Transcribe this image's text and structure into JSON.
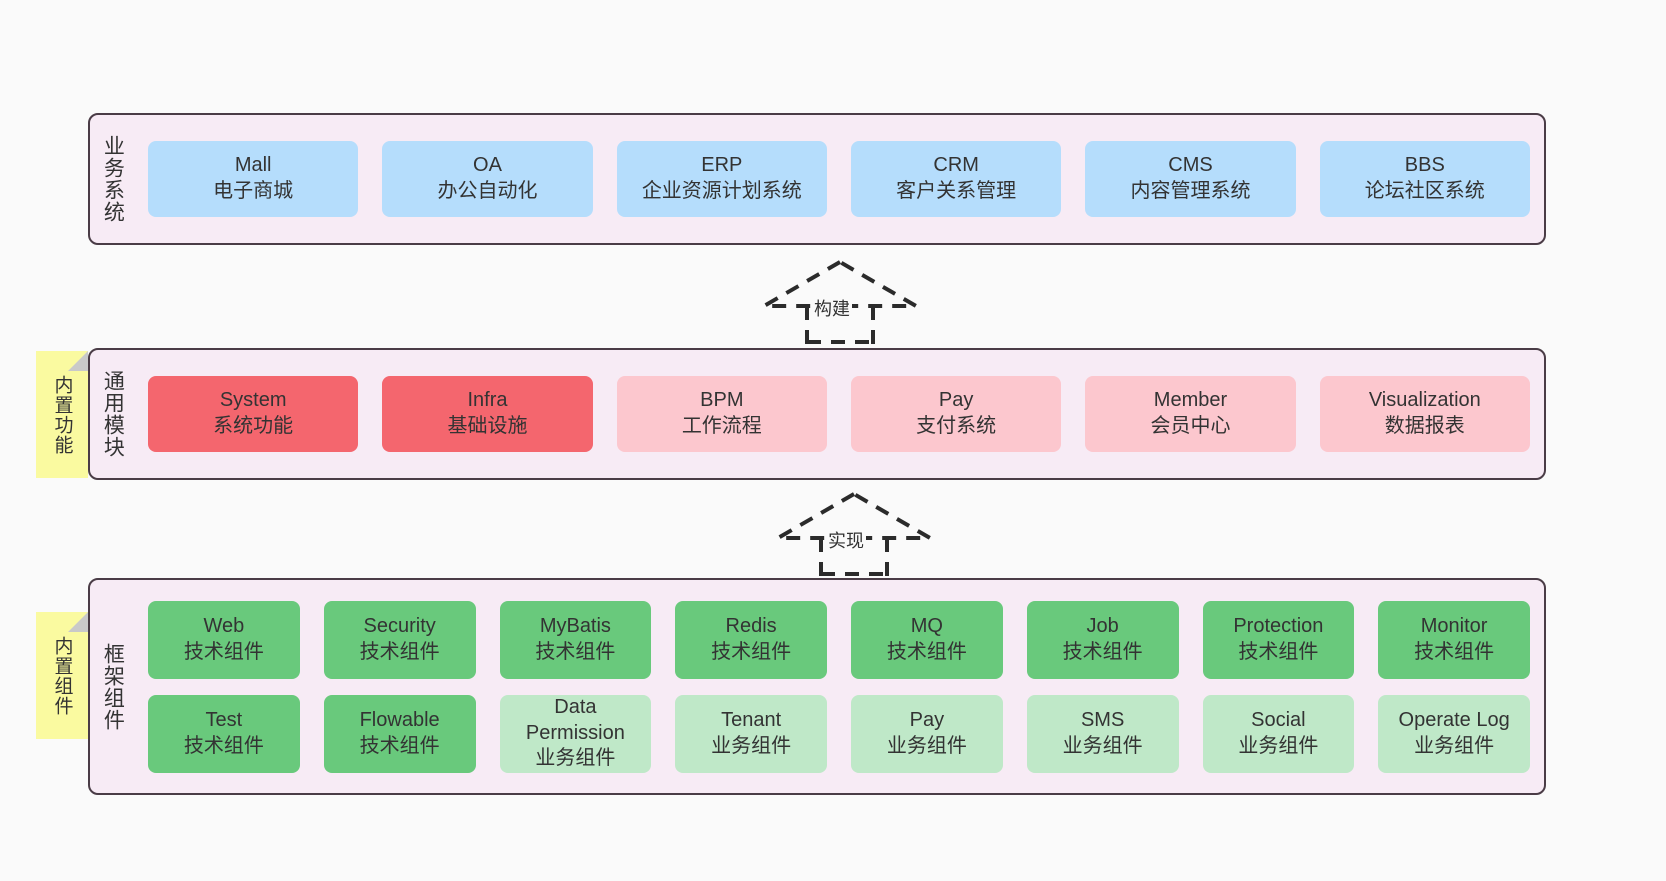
{
  "colors": {
    "panel_bg": "#f7ebf5",
    "panel_border": "#4a3c46",
    "blue": "#b5ddfc",
    "red": "#f4666e",
    "pink": "#fcc7ce",
    "green": "#69c97c",
    "light_green": "#bfe8c8",
    "note_yellow": "#fafaa0",
    "canvas": "#fafafa"
  },
  "layers": {
    "business": {
      "title": "业务系统",
      "modules": [
        {
          "en": "Mall",
          "cn": "电子商城",
          "style": "blue"
        },
        {
          "en": "OA",
          "cn": "办公自动化",
          "style": "blue"
        },
        {
          "en": "ERP",
          "cn": "企业资源计划系统",
          "style": "blue"
        },
        {
          "en": "CRM",
          "cn": "客户关系管理",
          "style": "blue"
        },
        {
          "en": "CMS",
          "cn": "内容管理系统",
          "style": "blue"
        },
        {
          "en": "BBS",
          "cn": "论坛社区系统",
          "style": "blue"
        }
      ]
    },
    "common": {
      "title": "通用模块",
      "note": "内置功能",
      "modules": [
        {
          "en": "System",
          "cn": "系统功能",
          "style": "red"
        },
        {
          "en": "Infra",
          "cn": "基础设施",
          "style": "red"
        },
        {
          "en": "BPM",
          "cn": "工作流程",
          "style": "pink"
        },
        {
          "en": "Pay",
          "cn": "支付系统",
          "style": "pink"
        },
        {
          "en": "Member",
          "cn": "会员中心",
          "style": "pink"
        },
        {
          "en": "Visualization",
          "cn": "数据报表",
          "style": "pink"
        }
      ]
    },
    "framework": {
      "title": "框架组件",
      "note": "内置组件",
      "row1": [
        {
          "en": "Web",
          "cn": "技术组件",
          "style": "green"
        },
        {
          "en": "Security",
          "cn": "技术组件",
          "style": "green"
        },
        {
          "en": "MyBatis",
          "cn": "技术组件",
          "style": "green"
        },
        {
          "en": "Redis",
          "cn": "技术组件",
          "style": "green"
        },
        {
          "en": "MQ",
          "cn": "技术组件",
          "style": "green"
        },
        {
          "en": "Job",
          "cn": "技术组件",
          "style": "green"
        },
        {
          "en": "Protection",
          "cn": "技术组件",
          "style": "green"
        },
        {
          "en": "Monitor",
          "cn": "技术组件",
          "style": "green"
        }
      ],
      "row2": [
        {
          "en": "Test",
          "cn": "技术组件",
          "style": "green"
        },
        {
          "en": "Flowable",
          "cn": "技术组件",
          "style": "green"
        },
        {
          "en": "Data Permission",
          "cn": "业务组件",
          "style": "lightgreen"
        },
        {
          "en": "Tenant",
          "cn": "业务组件",
          "style": "lightgreen"
        },
        {
          "en": "Pay",
          "cn": "业务组件",
          "style": "lightgreen"
        },
        {
          "en": "SMS",
          "cn": "业务组件",
          "style": "lightgreen"
        },
        {
          "en": "Social",
          "cn": "业务组件",
          "style": "lightgreen"
        },
        {
          "en": "Operate Log",
          "cn": "业务组件",
          "style": "lightgreen"
        }
      ]
    }
  },
  "connectors": [
    {
      "id": "build",
      "label": "构建",
      "kind": "uml-realization-arrow-up"
    },
    {
      "id": "realize",
      "label": "实现",
      "kind": "uml-realization-arrow-up"
    }
  ]
}
